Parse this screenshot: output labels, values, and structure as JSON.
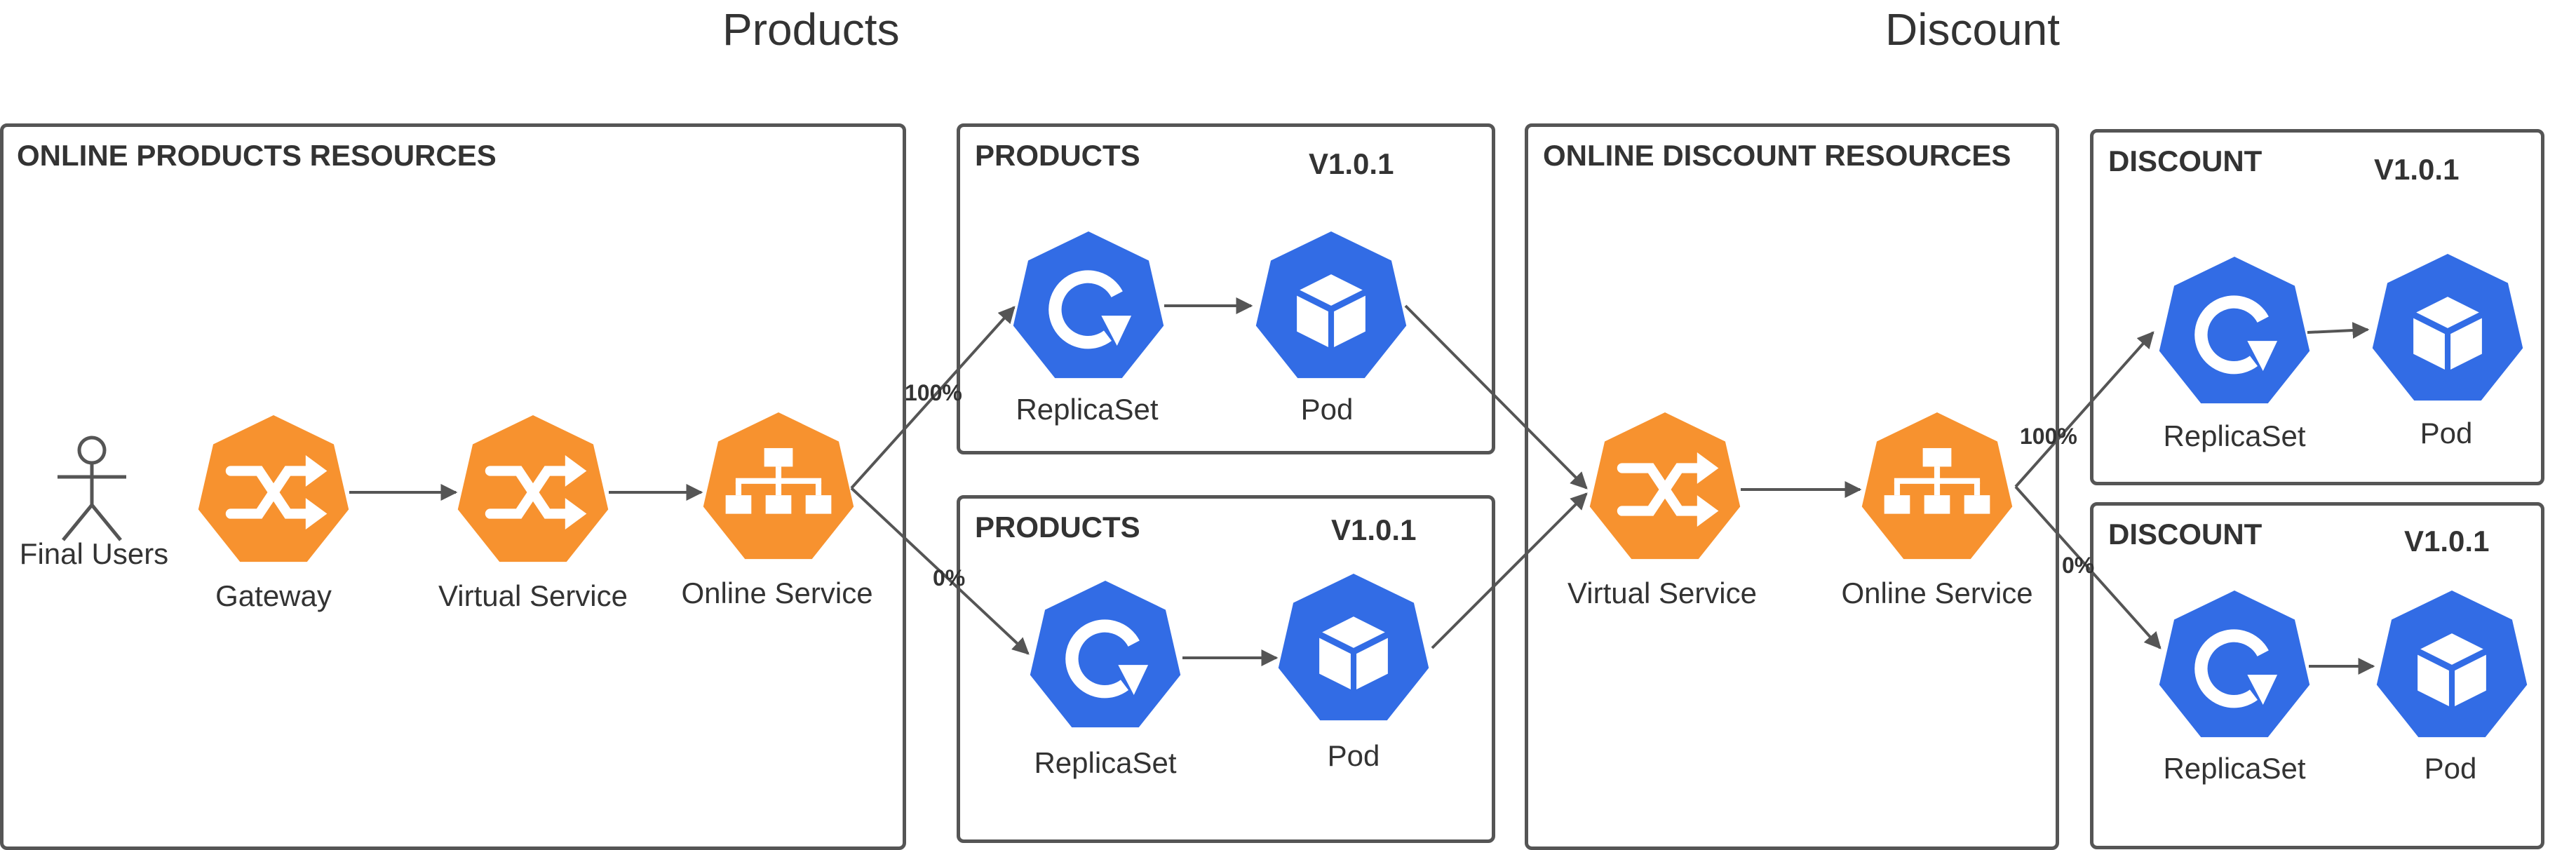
{
  "headings": {
    "products": "Products",
    "discount": "Discount"
  },
  "boxes": {
    "online_products": {
      "title": "ONLINE PRODUCTS RESOURCES"
    },
    "products_top": {
      "title": "PRODUCTS",
      "version": "V1.0.1"
    },
    "products_bottom": {
      "title": "PRODUCTS",
      "version": "V1.0.1"
    },
    "online_discount": {
      "title": "ONLINE DISCOUNT RESOURCES"
    },
    "discount_top": {
      "title": "DISCOUNT",
      "version": "V1.0.1"
    },
    "discount_bottom": {
      "title": "DISCOUNT",
      "version": "V1.0.1"
    }
  },
  "nodes": {
    "final_users": "Final Users",
    "gateway": "Gateway",
    "virtual_service": "Virtual Service",
    "online_service": "Online Service",
    "replicaset": "ReplicaSet",
    "pod": "Pod"
  },
  "traffic": {
    "primary": "100%",
    "secondary": "0%"
  },
  "colors": {
    "istio": "#F7922F",
    "kubernetes": "#326CE5",
    "border": "#555555",
    "text": "#333333"
  },
  "icons": {
    "gateway": "shuffle-icon",
    "virtual_service": "shuffle-icon",
    "online_service": "sitemap-icon",
    "replicaset": "refresh-icon",
    "pod": "cube-icon",
    "final_users": "user-icon"
  }
}
